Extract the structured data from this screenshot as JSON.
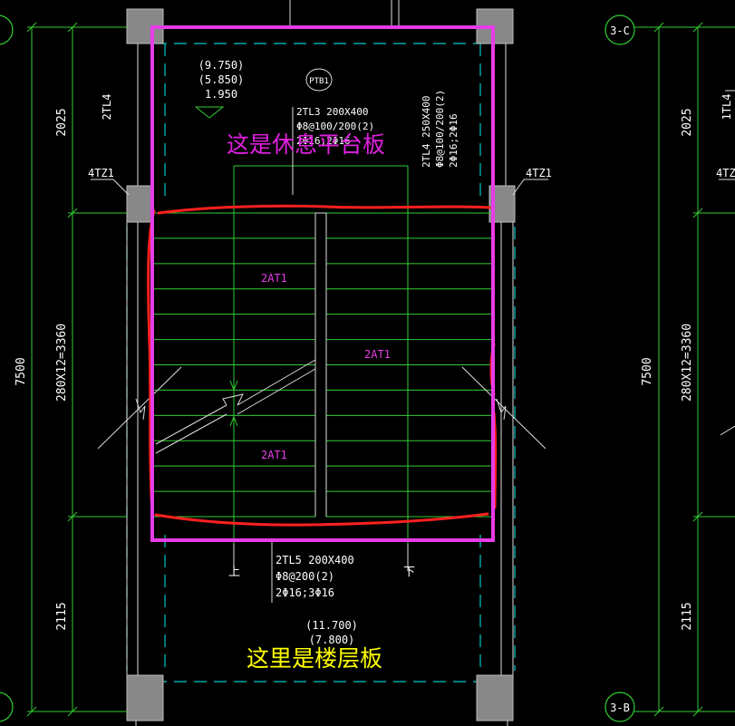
{
  "dimensions": {
    "total": "7500",
    "top": "2025",
    "middle": "280X12=3360",
    "bottom": "2115"
  },
  "axes": {
    "top_right": "3-C",
    "bottom_right": "3-B"
  },
  "columns": {
    "tz_label": "4TZ1"
  },
  "beams": {
    "left_tl4": "2TL4",
    "right_tl4": "1TL4",
    "tl3": [
      "2TL3 200X400",
      "Φ8@100/200(2)",
      "2Φ16;2Φ16"
    ],
    "tl4": [
      "2TL4 250X400",
      "Φ8@100/200(2)",
      "2Φ16;2Φ16"
    ],
    "tl5": [
      "2TL5 200X400",
      "Φ8@200(2)",
      "2Φ16;3Φ16"
    ]
  },
  "platform": {
    "tag": "PTB1",
    "elevations": [
      "(9.750)",
      "(5.850)",
      "1.950"
    ]
  },
  "floor": {
    "elevations": [
      "(11.700)",
      "(7.800)"
    ]
  },
  "stairs": {
    "flight_label": "2AT1",
    "up": "上",
    "down": "下"
  },
  "annotations": {
    "platform_note": "这是休息平台板",
    "floor_note": "这里是楼层板",
    "platform_color": "#e020e0",
    "floor_color": "#ffff00"
  },
  "colors": {
    "background": "#000000",
    "dimension_lines": "#33cc33",
    "cad_text": "#ffffff",
    "axis_dash": "#00c8c8",
    "column_fill": "#888888",
    "frame": "#e83ce8",
    "markup": "#ff2020",
    "tag_text": "#e83ce8"
  }
}
